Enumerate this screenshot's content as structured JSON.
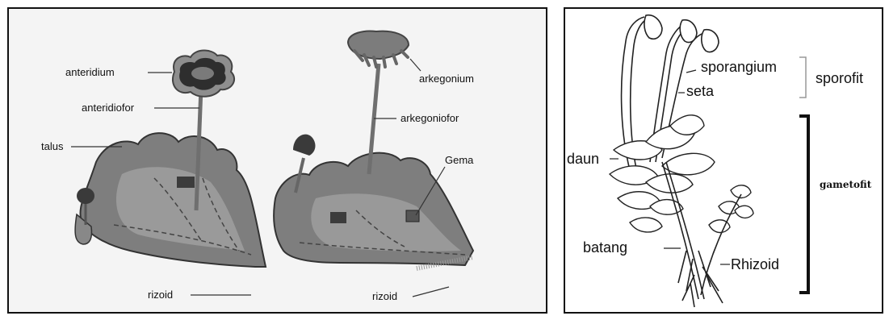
{
  "left_panel": {
    "labels": {
      "anteridium": "anteridium",
      "anteridiofor": "anteridiofor",
      "talus": "talus",
      "rizoid_1": "rizoid",
      "arkegonium": "arkegonium",
      "arkegoniofor": "arkegoniofor",
      "gema": "Gema",
      "rizoid_2": "rizoid"
    }
  },
  "right_panel": {
    "labels": {
      "sporangium": "sporangium",
      "seta": "seta",
      "sporofit": "sporofit",
      "daun": "daun",
      "gametofit": "gametofit",
      "batang": "batang",
      "rhizoid": "Rhizoid"
    }
  }
}
